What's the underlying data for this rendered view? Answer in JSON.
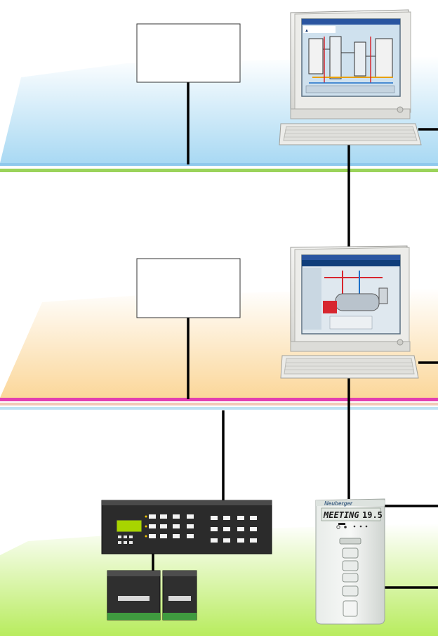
{
  "layers": [
    {
      "id": "management",
      "band_color": "#b9def2",
      "line_colors": [
        "#8fc9ec",
        "#9bd35a"
      ]
    },
    {
      "id": "automation",
      "band_color": "#fde5b4",
      "line_colors": [
        "#e23fb0",
        "#f2c9b7",
        "#bfe2f4"
      ]
    },
    {
      "id": "field",
      "band_color": "#d6f2a2"
    }
  ],
  "room_unit": {
    "brand": "Neuberger",
    "display_mode": "MEETING",
    "display_value": "19.5",
    "icons": [
      "clock-icon",
      "sun-icon",
      "person-icon",
      "person-icon",
      "person-icon"
    ]
  },
  "workstations": [
    {
      "screen_theme": "plant-schematic",
      "screen_bg": "#cfe1ee"
    },
    {
      "screen_theme": "boiler-schematic",
      "screen_bg": "#dfe8ef"
    }
  ],
  "colors": {
    "connector": "#000000",
    "monitor_body": "#e9e9e6",
    "rack_panel": "#2b2b2b",
    "lcd": "#a8d400"
  }
}
